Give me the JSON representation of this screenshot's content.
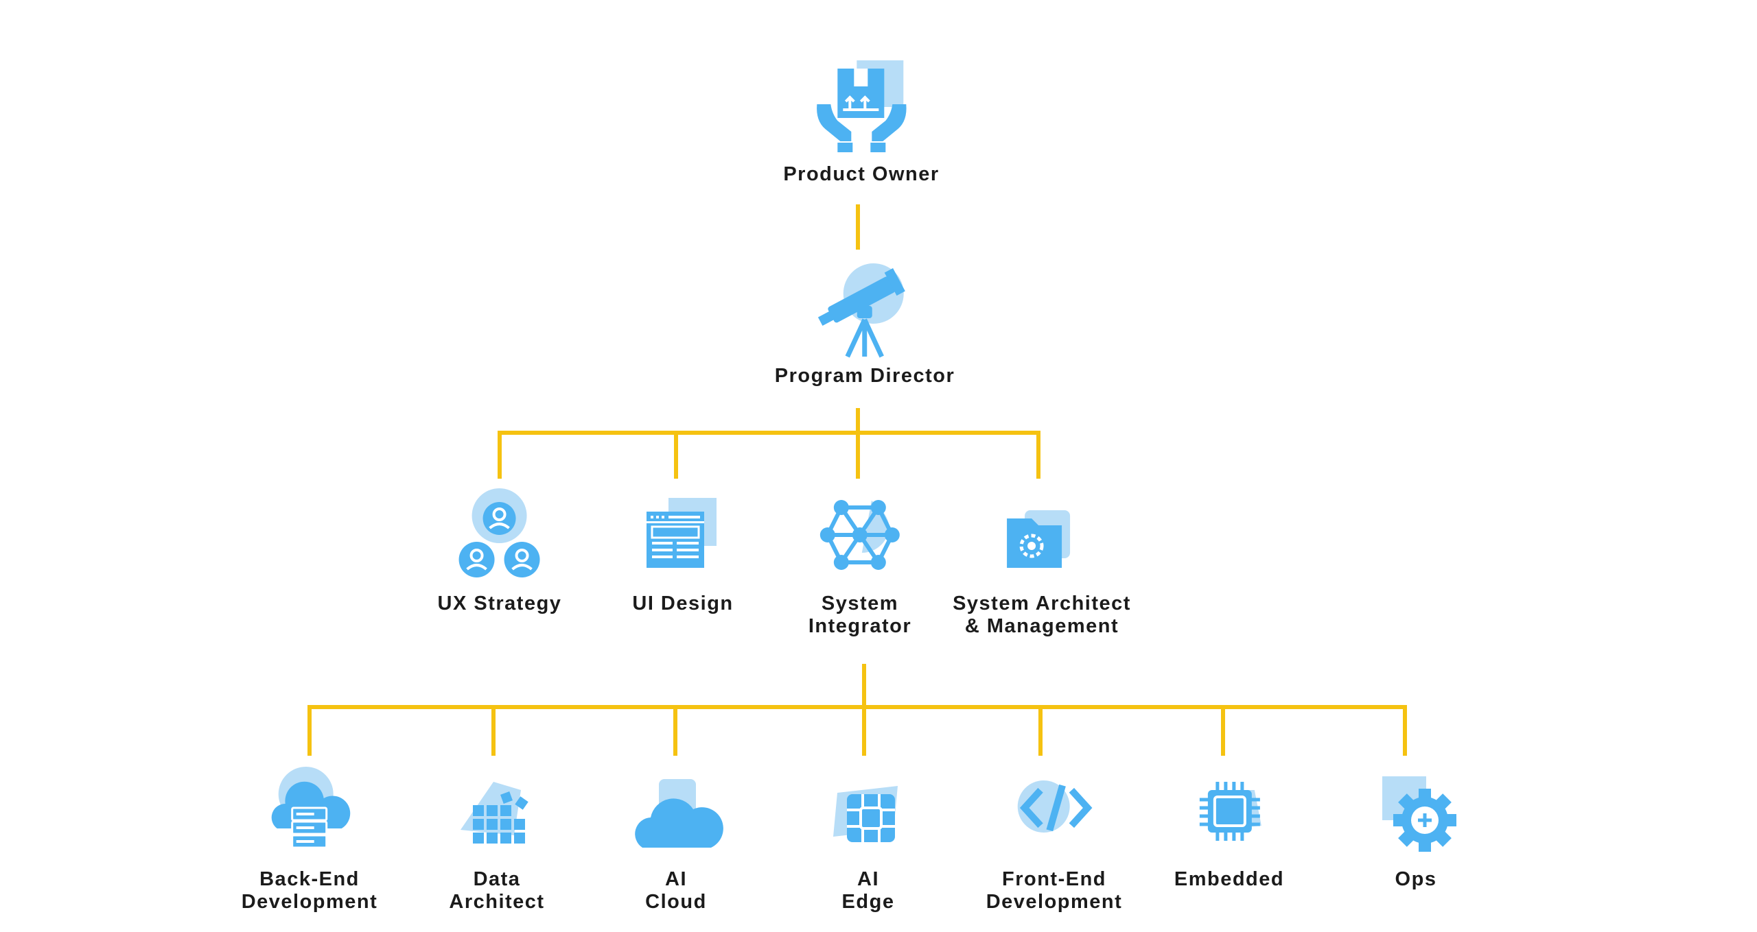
{
  "colors": {
    "icon_primary": "#4db2f2",
    "icon_light": "#b7ddf7",
    "connector": "#f5c211",
    "text": "#1b1b1b"
  },
  "nodes": {
    "product_owner": {
      "lines": [
        "Product Owner"
      ],
      "icon": "hands-box-icon"
    },
    "program_director": {
      "lines": [
        "Program Director"
      ],
      "icon": "telescope-icon"
    },
    "ux_strategy": {
      "lines": [
        "UX Strategy"
      ],
      "icon": "users-group-icon"
    },
    "ui_design": {
      "lines": [
        "UI Design"
      ],
      "icon": "browser-window-icon"
    },
    "system_integrator": {
      "lines": [
        "System",
        "Integrator"
      ],
      "icon": "network-hexagon-icon"
    },
    "system_architect": {
      "lines": [
        "System Architect",
        "& Management"
      ],
      "icon": "folder-gear-icon"
    },
    "backend_development": {
      "lines": [
        "Back-End",
        "Development"
      ],
      "icon": "cloud-server-icon"
    },
    "data_architect": {
      "lines": [
        "Data",
        "Architect"
      ],
      "icon": "data-blocks-icon"
    },
    "ai_cloud": {
      "lines": [
        "AI",
        "Cloud"
      ],
      "icon": "cloud-icon"
    },
    "ai_edge": {
      "lines": [
        "AI",
        "Edge"
      ],
      "icon": "chip-grid-icon"
    },
    "frontend_development": {
      "lines": [
        "Front-End",
        "Development"
      ],
      "icon": "code-brackets-icon"
    },
    "embedded": {
      "lines": [
        "Embedded"
      ],
      "icon": "microchip-icon"
    },
    "ops": {
      "lines": [
        "Ops"
      ],
      "icon": "gear-plus-icon"
    }
  }
}
